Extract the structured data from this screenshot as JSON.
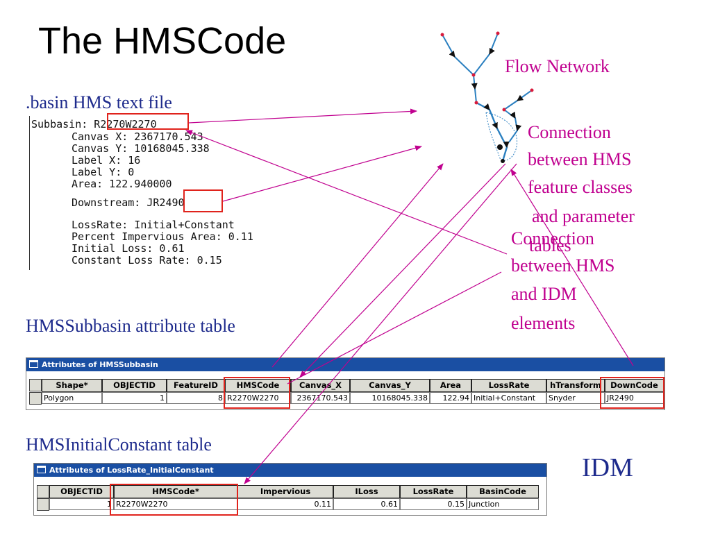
{
  "title": "The HMSCode",
  "basin_file": {
    "heading": ".basin HMS text file",
    "lines": [
      "Subbasin: R2270W2270",
      "Canvas X: 2367170.543",
      "Canvas Y: 10168045.338",
      "Label X: 16",
      "Label Y: 0",
      "Area: 122.940000",
      "Downstream: JR2490",
      "LossRate: Initial+Constant",
      "Percent Impervious Area: 0.11",
      "Initial Loss: 0.61",
      "Constant Loss Rate: 0.15"
    ]
  },
  "annotations": {
    "flow_network": "Flow Network",
    "connection_classes": [
      "Connection",
      "between HMS",
      "feature classes",
      "and parameter",
      "tables"
    ],
    "connection_idm": [
      "Connection",
      "between HMS",
      "and IDM",
      "elements"
    ],
    "idm": "IDM"
  },
  "subbasin_table": {
    "label": "HMSSubbasin attribute table",
    "window_title": "Attributes of HMSSubbasin",
    "columns": [
      "Shape*",
      "OBJECTID",
      "FeatureID",
      "HMSCode",
      "Canvas_X",
      "Canvas_Y",
      "Area",
      "LossRate",
      "hTransform",
      "DownCode"
    ],
    "row": [
      "Polygon",
      "1",
      "8",
      "R2270W2270",
      "2367170.543",
      "10168045.338",
      "122.94",
      "Initial+Constant",
      "Snyder",
      "JR2490"
    ]
  },
  "lossrate_table": {
    "label": "HMSInitialConstant table",
    "window_title": "Attributes of LossRate_InitialConstant",
    "columns": [
      "OBJECTID",
      "HMSCode*",
      "Impervious",
      "ILoss",
      "LossRate",
      "BasinCode"
    ],
    "row": [
      "1",
      "R2270W2270",
      "0.11",
      "0.61",
      "0.15",
      "Junction"
    ]
  },
  "colors": {
    "heading_blue": "#1d2a8c",
    "annotation_magenta": "#c0008f",
    "highlight_red": "#e0231c",
    "window_title_blue": "#1a4fa3",
    "stream_blue": "#2a7fc0",
    "node_red": "#d81b3c"
  }
}
